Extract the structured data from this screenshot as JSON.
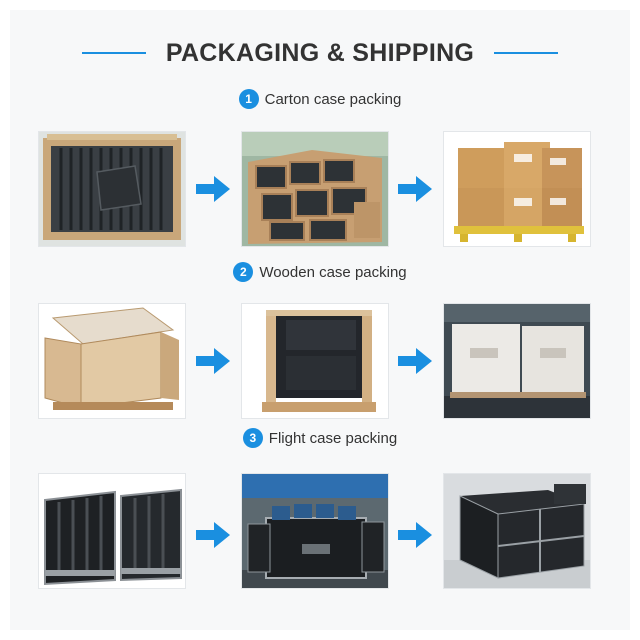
{
  "header": {
    "title": "PACKAGING & SHIPPING",
    "accent_color": "#1a8fe0"
  },
  "sections": [
    {
      "number": "1",
      "label": "Carton case packing",
      "photos": [
        "led-modules-in-carton-photo",
        "filled-cartons-photo",
        "palletized-cartons-photo"
      ]
    },
    {
      "number": "2",
      "label": "Wooden case packing",
      "photos": [
        "open-wooden-crate-photo",
        "cabinets-in-crate-photo",
        "closed-wooden-crates-photo"
      ]
    },
    {
      "number": "3",
      "label": "Flight case packing",
      "photos": [
        "open-flight-cases-photo",
        "loaded-flight-case-photo",
        "stacked-flight-cases-photo"
      ]
    }
  ],
  "icons": {
    "step_arrow": "right-arrow-icon"
  }
}
